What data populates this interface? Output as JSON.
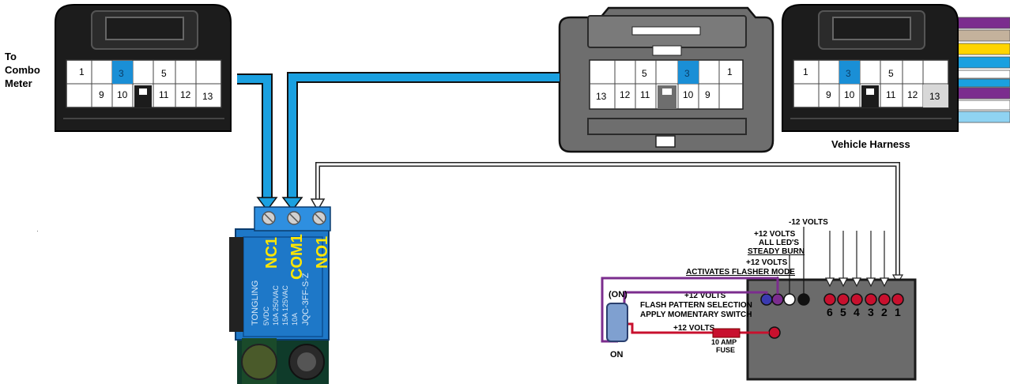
{
  "labels": {
    "to_combo_meter": [
      "To",
      "Combo",
      "Meter"
    ],
    "vehicle_harness": "Vehicle Harness",
    "minus_12_volts": "-12 VOLTS",
    "steady_burn": [
      "+12 VOLTS",
      "ALL LED'S",
      "STEADY BURN"
    ],
    "flasher_mode": [
      "+12 VOLTS",
      "ACTIVATES FLASHER MODE"
    ],
    "flash_pattern": [
      "+12 VOLTS",
      "FLASH PATTERN SELECTION",
      "APPLY MOMENTARY SWITCH"
    ],
    "plus_12_fuse": "+12 VOLTS",
    "fuse": [
      "10 AMP",
      "FUSE"
    ],
    "switch_on_paren": "(ON)",
    "switch_on": "ON"
  },
  "connector_left": {
    "top_row": [
      "1",
      "",
      "3",
      "5",
      "",
      ""
    ],
    "bottom_row": [
      "",
      "9",
      "10",
      "",
      "11",
      "12",
      "13"
    ]
  },
  "connector_middle": {
    "top_row": [
      "",
      "",
      "5",
      "",
      "3",
      "",
      "1"
    ],
    "bottom_row": [
      "13",
      "12",
      "11",
      "",
      "10",
      "9",
      ""
    ]
  },
  "connector_right": {
    "top_row": [
      "1",
      "",
      "3",
      "5",
      "",
      ""
    ],
    "bottom_row": [
      "",
      "9",
      "10",
      "",
      "11",
      "12",
      "13"
    ]
  },
  "relay": {
    "terminals": [
      "NC1",
      "COM1",
      "NO1"
    ],
    "brand": "TONGLING",
    "specs": [
      "5VDC",
      "10A 250VAC",
      "15A 125VAC",
      "10A"
    ],
    "model": "JQC-3FF-S-Z"
  },
  "module": {
    "pins": [
      "6",
      "5",
      "4",
      "3",
      "2",
      "1"
    ]
  },
  "harness_wire_colors": [
    "#7b2d8e",
    "#c4b29c",
    "#ffd400",
    "#1aa0e0",
    "#ffffff",
    "#1aa0e0",
    "#7b2d8e",
    "#ffffff",
    "#8fd3f2"
  ],
  "colors": {
    "wire_blue": "#1aa0e0",
    "wire_purple": "#7b2d8e",
    "wire_red": "#c8102e",
    "relay_blue": "#1e78c8",
    "relay_label": "#ffe600",
    "connector_dark": "#1c1c1c",
    "connector_gray": "#6e6e6e"
  }
}
